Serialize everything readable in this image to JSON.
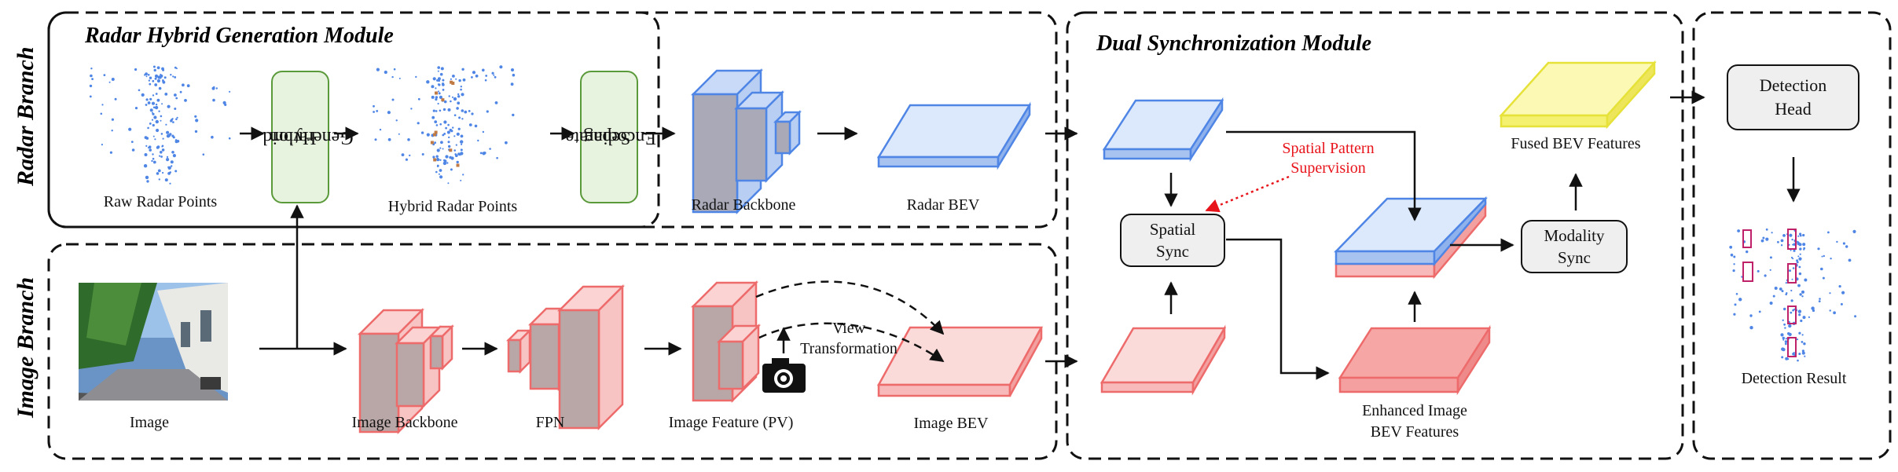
{
  "modules": {
    "radar_hybrid_generation": "Radar Hybrid Generation Module",
    "dual_synchronization": "Dual Synchronization Module"
  },
  "branches": {
    "radar": "Radar Branch",
    "image": "Image Branch"
  },
  "labels": {
    "raw_radar_points": "Raw Radar Points",
    "hybrid_radar_points": "Hybrid Radar Points",
    "radar_backbone": "Radar Backbone",
    "radar_bev": "Radar BEV",
    "image": "Image",
    "image_backbone": "Image Backbone",
    "fpn": "FPN",
    "image_feature_pv": "Image Feature (PV)",
    "image_bev": "Image BEV",
    "view": "View",
    "transformation": "Transformation",
    "spatial_pattern": "Spatial Pattern",
    "supervision": "Supervision",
    "fused_bev_features": "Fused BEV Features",
    "enhanced_image": "Enhanced Image",
    "bev_features": "BEV Features",
    "detection_result": "Detection Result"
  },
  "boxes": {
    "hybrid_generation": [
      "Hybrid",
      "Generation"
    ],
    "separate_encoding": [
      "Separate",
      "Encoding"
    ],
    "spatial_sync": "Spatial\nSync",
    "modality_sync": "Modality\nSync",
    "detection_head": "Detection\nHead"
  },
  "colors": {
    "radar_blue": "#4f86e6",
    "radar_fill": "#dce8fb",
    "image_red": "#ee6b6b",
    "image_fill": "#fbdada",
    "fused_yellow": "#e6e23a",
    "fused_fill": "#fbf9b3",
    "green_border": "#5b9a3a",
    "green_fill": "#e8f3df",
    "supervision_red": "#e8141b"
  }
}
